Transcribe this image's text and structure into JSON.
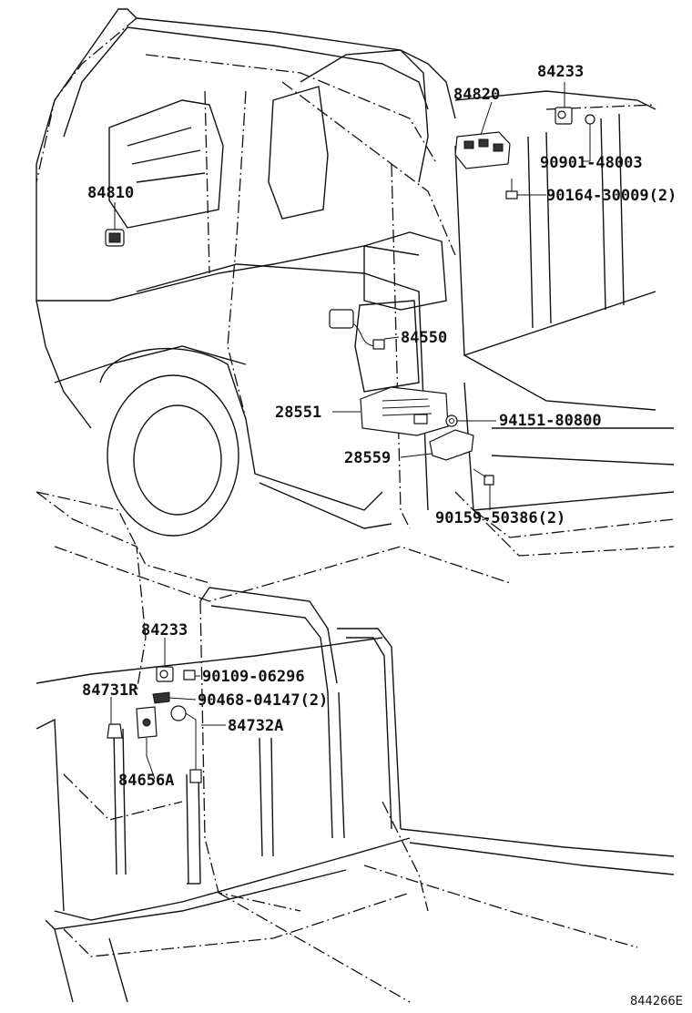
{
  "parts": [
    {
      "id": "p1",
      "text": "84233"
    },
    {
      "id": "p2",
      "text": "84820"
    },
    {
      "id": "p3",
      "text": "90901-48003"
    },
    {
      "id": "p4",
      "text": "84810"
    },
    {
      "id": "p5",
      "text": "90164-30009(2)"
    },
    {
      "id": "p6",
      "text": "84550"
    },
    {
      "id": "p7",
      "text": "28551"
    },
    {
      "id": "p8",
      "text": "94151-80800"
    },
    {
      "id": "p9",
      "text": "28559"
    },
    {
      "id": "p10",
      "text": "90159-50386(2)"
    },
    {
      "id": "p11",
      "text": "84233"
    },
    {
      "id": "p12",
      "text": "90109-06296"
    },
    {
      "id": "p13",
      "text": "84731R"
    },
    {
      "id": "p14",
      "text": "90468-04147(2)"
    },
    {
      "id": "p15",
      "text": "84732A"
    },
    {
      "id": "p16",
      "text": "84656A"
    }
  ],
  "diagram_code": "844266E",
  "colors": {
    "ink": "#111111",
    "paper": "#ffffff"
  }
}
